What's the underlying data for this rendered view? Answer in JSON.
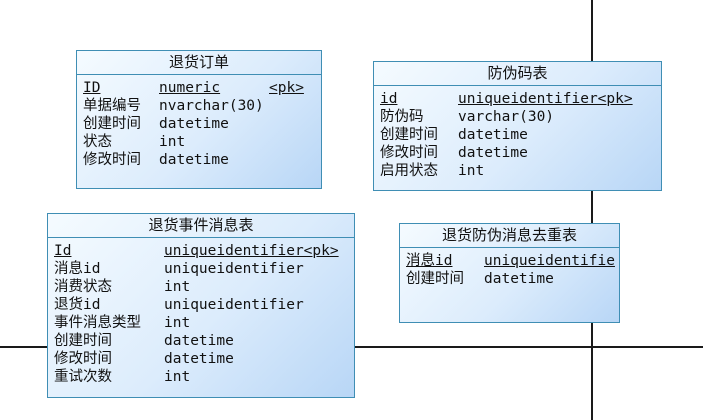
{
  "entities": [
    {
      "title": "退货订单",
      "columns": [
        {
          "name": "ID",
          "type": "numeric",
          "key": "<pk>",
          "pk": true
        },
        {
          "name": "单据编号",
          "type": "nvarchar(30)",
          "key": "",
          "pk": false
        },
        {
          "name": "创建时间",
          "type": "datetime",
          "key": "",
          "pk": false
        },
        {
          "name": "状态",
          "type": "int",
          "key": "",
          "pk": false
        },
        {
          "name": "修改时间",
          "type": "datetime",
          "key": "",
          "pk": false
        }
      ]
    },
    {
      "title": "防伪码表",
      "columns": [
        {
          "name": "id",
          "type": "uniqueidentifier<pk>",
          "key": "",
          "pk": true
        },
        {
          "name": "防伪码",
          "type": "varchar(30)",
          "key": "",
          "pk": false
        },
        {
          "name": "创建时间",
          "type": "datetime",
          "key": "",
          "pk": false
        },
        {
          "name": "修改时间",
          "type": "datetime",
          "key": "",
          "pk": false
        },
        {
          "name": "启用状态",
          "type": "int",
          "key": "",
          "pk": false
        }
      ]
    },
    {
      "title": "退货事件消息表",
      "columns": [
        {
          "name": "Id",
          "type": "uniqueidentifier<pk>",
          "key": "",
          "pk": true
        },
        {
          "name": "消息id",
          "type": "uniqueidentifier",
          "key": "",
          "pk": false
        },
        {
          "name": "消费状态",
          "type": "int",
          "key": "",
          "pk": false
        },
        {
          "name": "退货id",
          "type": "uniqueidentifier",
          "key": "",
          "pk": false
        },
        {
          "name": "事件消息类型",
          "type": "int",
          "key": "",
          "pk": false
        },
        {
          "name": "创建时间",
          "type": "datetime",
          "key": "",
          "pk": false
        },
        {
          "name": "修改时间",
          "type": "datetime",
          "key": "",
          "pk": false
        },
        {
          "name": "重试次数",
          "type": "int",
          "key": "",
          "pk": false
        }
      ]
    },
    {
      "title": "退货防伪消息去重表",
      "columns": [
        {
          "name": "消息id",
          "type": "uniqueidentifie",
          "key": "",
          "pk": true
        },
        {
          "name": "创建时间",
          "type": "datetime",
          "key": "",
          "pk": false
        }
      ]
    }
  ]
}
